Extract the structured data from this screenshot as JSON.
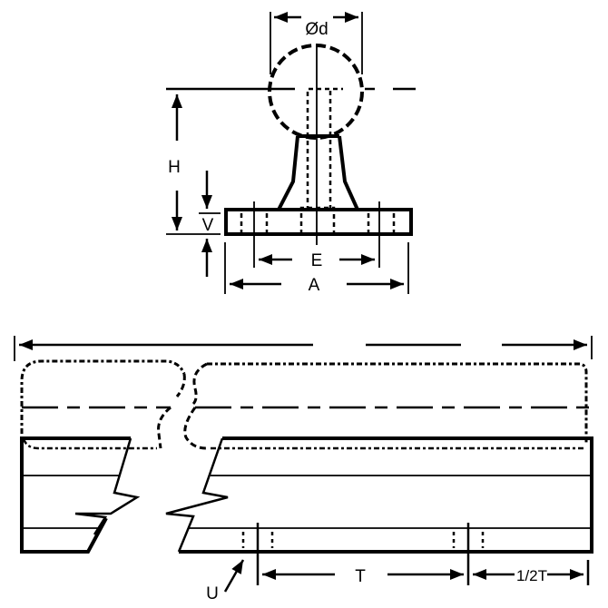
{
  "drawing": {
    "type": "engineering dimension drawing",
    "top_view": {
      "labels": {
        "diameter": "Ød",
        "height": "H",
        "base_thickness": "V",
        "hole_spacing": "E",
        "base_width": "A"
      }
    },
    "bottom_view": {
      "labels": {
        "hole": "U",
        "pitch": "T",
        "half_pitch": "1/2T"
      }
    },
    "colors": {
      "line": "#000000",
      "background": "#ffffff"
    }
  }
}
